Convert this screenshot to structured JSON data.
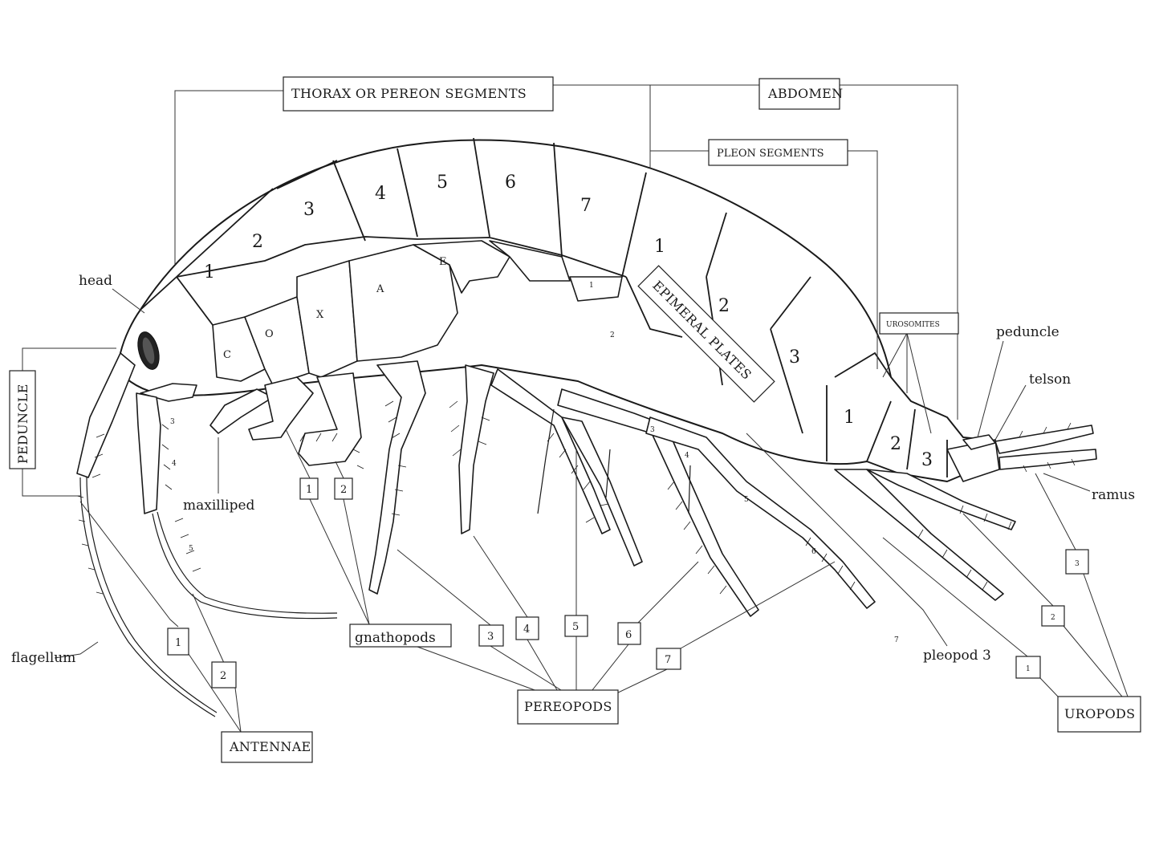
{
  "regions": {
    "thorax": "THORAX OR PEREON SEGMENTS",
    "abdomen": "ABDOMEN",
    "pleon": "PLEON SEGMENTS",
    "urosomites": "UROSOMITES",
    "epimeral": "EPIMERAL PLATES"
  },
  "pereon_segments": [
    "1",
    "2",
    "3",
    "4",
    "5",
    "6",
    "7"
  ],
  "pleon_segments": [
    "1",
    "2",
    "3"
  ],
  "urosome_segments": [
    "1",
    "2",
    "3"
  ],
  "coxa_letters": [
    "C",
    "O",
    "X",
    "A",
    "E"
  ],
  "coxa_plate_numbers": [
    "1",
    "2",
    "3",
    "4",
    "5",
    "6",
    "7"
  ],
  "antenna_article_numbers": [
    "3",
    "4",
    "5"
  ],
  "labels": {
    "head": "head",
    "peduncle_vertical": "PEDUNCLE",
    "maxilliped": "maxilliped",
    "flagellum": "flagellum",
    "gnathopods": "gnathopods",
    "pereopods": "PEREOPODS",
    "antennae": "ANTENNAE",
    "pleopod3": "pleopod 3",
    "uropods": "UROPODS",
    "peduncle": "peduncle",
    "telson": "telson",
    "ramus": "ramus"
  },
  "numbered_boxes": {
    "antenna_1": "1",
    "antenna_2": "2",
    "gnathopod_1": "1",
    "gnathopod_2": "2",
    "pereopod_3": "3",
    "pereopod_4": "4",
    "pereopod_5": "5",
    "pereopod_6": "6",
    "pereopod_7": "7",
    "uropod_1": "1",
    "uropod_2": "2",
    "uropod_3": "3"
  }
}
